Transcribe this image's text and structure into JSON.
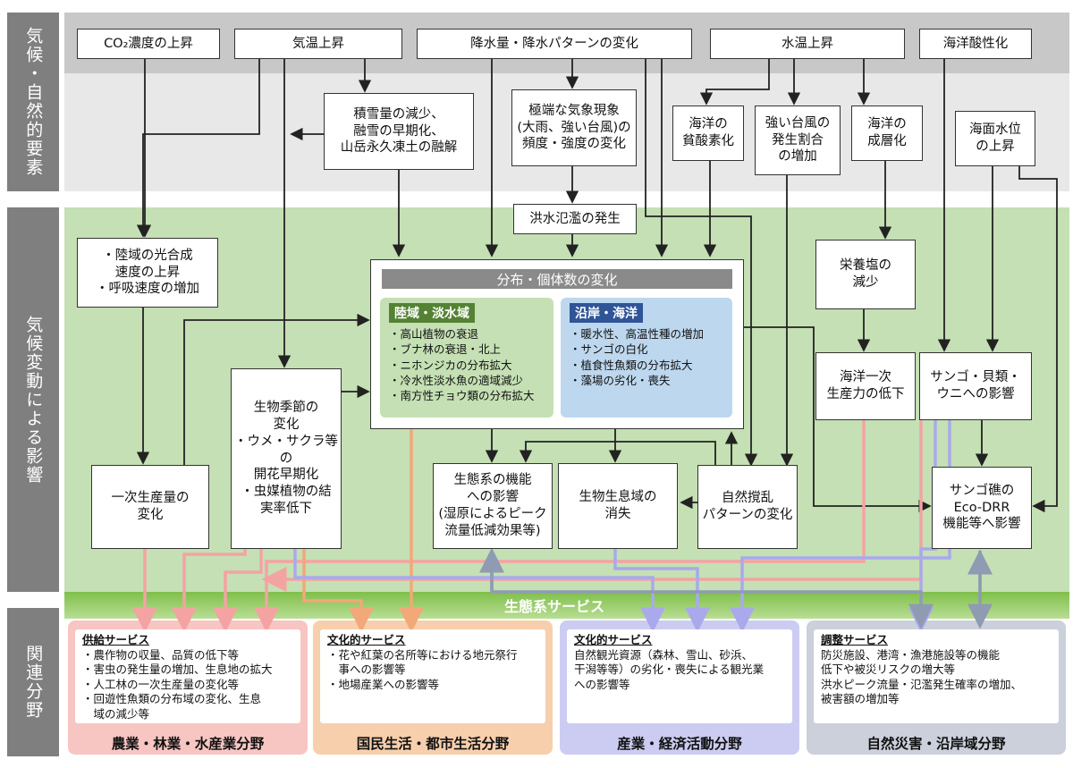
{
  "side_labels": {
    "climate": "気候・自然的要素",
    "impact": "気候変動による影響",
    "sectors": "関連分野"
  },
  "top_factors": {
    "co2": "CO₂濃度の上昇",
    "temp": "気温上昇",
    "precip": "降水量・降水パターンの変化",
    "water_temp": "水温上昇",
    "acid": "海洋酸性化"
  },
  "secondary": {
    "snow": "積雪量の減少、\n融雪の早期化、\n山岳永久凍土の融解",
    "extreme": "極端な気象現象\n(大雨、強い台風)の\n頻度・強度の変化",
    "hypoxia": "海洋の\n貧酸素化",
    "typhoon": "強い台風の\n発生割合\nの増加",
    "stratification": "海洋の\n成層化",
    "sealevel": "海面水位\nの上昇",
    "flood": "洪水氾濫の発生"
  },
  "impacts": {
    "photosynthesis": "・陸域の光合成\n速度の上昇\n・呼吸速度の増加",
    "nutrient": "栄養塩の\n減少",
    "ocean_production": "海洋一次\n生産力の低下",
    "coral_shell": "サンゴ・貝類・\nウニへの影響",
    "phenology": "生物季節の\n変化\n・ウメ・サクラ等の\n開花早期化\n・虫媒植物の結\n実率低下",
    "primary_production": "一次生産量の\n変化",
    "ecosystem_function": "生態系の機能\nへの影響\n(湿原によるピーク\n流量低減効果等)",
    "habitat_loss": "生物生息域の\n消失",
    "disturbance": "自然撹乱\nパターンの変化",
    "coral_reef": "サンゴ礁の\nEco-DRR\n機能等へ影響"
  },
  "distribution": {
    "title": "分布・個体数の変化",
    "land": {
      "heading": "陸域・淡水域",
      "items": [
        "高山植物の衰退",
        "ブナ林の衰退・北上",
        "ニホンジカの分布拡大",
        "冷水性淡水魚の適域減少",
        "南方性チョウ類の分布拡大"
      ]
    },
    "coast": {
      "heading": "沿岸・海洋",
      "items": [
        "暖水性、高温性種の増加",
        "サンゴの白化",
        "植食性魚類の分布拡大",
        "藻場の劣化・喪失"
      ]
    }
  },
  "eco_services_label": "生態系サービス",
  "services": [
    {
      "heading": "供給サービス",
      "lines": [
        "・農作物の収量、品質の低下等",
        "・害虫の発生量の増加、生息地の拡大",
        "・人工林の一次生産量の変化等",
        "・回遊性魚類の分布域の変化、生息",
        "　域の減少等"
      ],
      "sector": "農業・林業・水産業分野"
    },
    {
      "heading": "文化的サービス",
      "lines": [
        "・花や紅葉の名所等における地元祭行",
        "　事への影響等",
        "・地場産業への影響等"
      ],
      "sector": "国民生活・都市生活分野"
    },
    {
      "heading": "文化的サービス",
      "lines": [
        "自然観光資源（森林、雪山、砂浜、",
        "干潟等等）の劣化・喪失による観光業",
        "への影響等"
      ],
      "sector": "産業・経済活動分野"
    },
    {
      "heading": "調整サービス",
      "lines": [
        "防災施設、港湾・漁港施設等の機能",
        "低下や被災リスクの増大等",
        "洪水ピーク流量・氾濫発生確率の増加、",
        "被害額の増加等"
      ],
      "sector": "自然災害・沿岸域分野"
    }
  ],
  "colors": {
    "green_band": "#c5e0b4",
    "gray_top": "#c8c8c8",
    "gray_light": "#e6e6e6",
    "land_box": "#c5e0b4",
    "land_head": "#548235",
    "coast_box": "#bdd7ee",
    "coast_head": "#2f5597",
    "pink": "#f4b6b6",
    "orange": "#f6caa8",
    "lavender": "#c9c9f0",
    "steel": "#c6ccd8"
  }
}
